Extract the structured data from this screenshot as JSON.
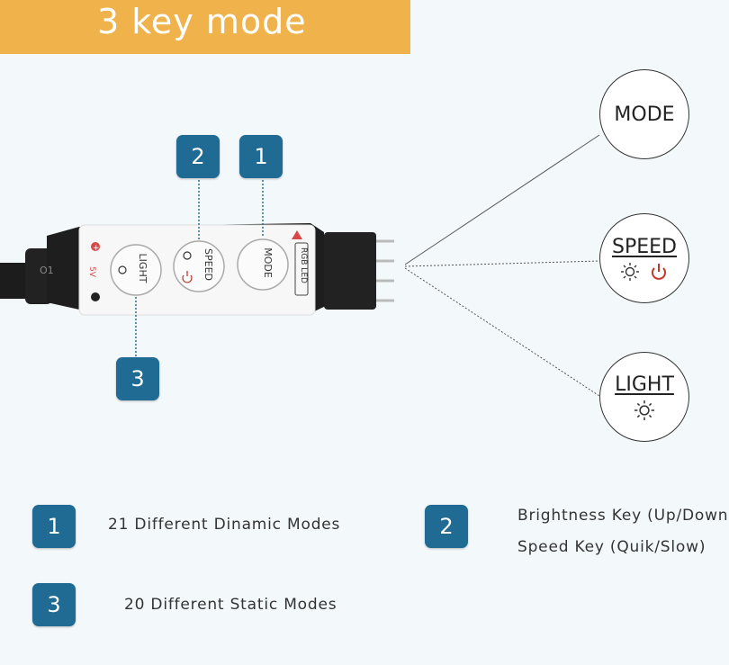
{
  "title": "3 key mode",
  "markers": {
    "speed_marker": "2",
    "mode_marker": "1",
    "light_marker": "3"
  },
  "controller": {
    "buttons": [
      "LIGHT",
      "SPEED",
      "MODE"
    ],
    "rgb_label": "RGB LED",
    "plus_label": "+",
    "voltage_label": "5V",
    "cable_label": "O1"
  },
  "callouts": {
    "mode": "MODE",
    "speed": "SPEED",
    "light": "LIGHT"
  },
  "legend": {
    "item1_number": "1",
    "item1_text": "21 Different Dinamic Modes",
    "item2_number": "2",
    "item2_line1": "Brightness Key (Up/Down",
    "item2_line2": "Speed Key (Quik/Slow)",
    "item3_number": "3",
    "item3_text": "20 Different Static Modes"
  },
  "colors": {
    "banner": "#f0b24a",
    "marker": "#1f6b93",
    "power_icon": "#c0392b"
  }
}
